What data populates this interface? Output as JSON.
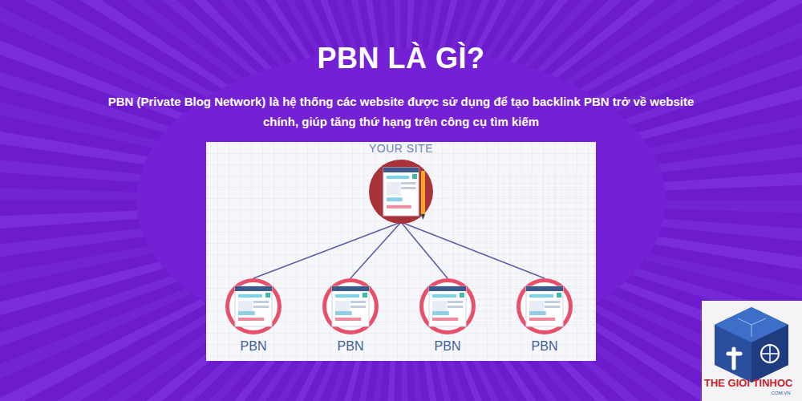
{
  "diagram": {
    "title": "PBN LÀ GÌ?",
    "caption": "PBN (Private Blog Network) là hệ thống các website được sử dụng để tạo backlink PBN trở về website chính, giúp tăng thứ hạng trên công cụ tìm kiếm",
    "nodes": [
      {
        "text": [
          "YOUR SITE"
        ]
      },
      {
        "text": [
          "PBN"
        ]
      },
      {
        "text": [
          "PBN"
        ]
      },
      {
        "text": [
          "PBN"
        ]
      },
      {
        "text": [
          "PBN"
        ]
      }
    ],
    "edges": [
      {
        "from": 0,
        "to": 1,
        "arrow": "none"
      },
      {
        "from": 0,
        "to": 2,
        "arrow": "none"
      },
      {
        "from": 0,
        "to": 3,
        "arrow": "none"
      },
      {
        "from": 0,
        "to": 4,
        "arrow": "none"
      }
    ],
    "labels": [
      "THE GIOI TINHOC",
      ".COM.VN"
    ]
  }
}
